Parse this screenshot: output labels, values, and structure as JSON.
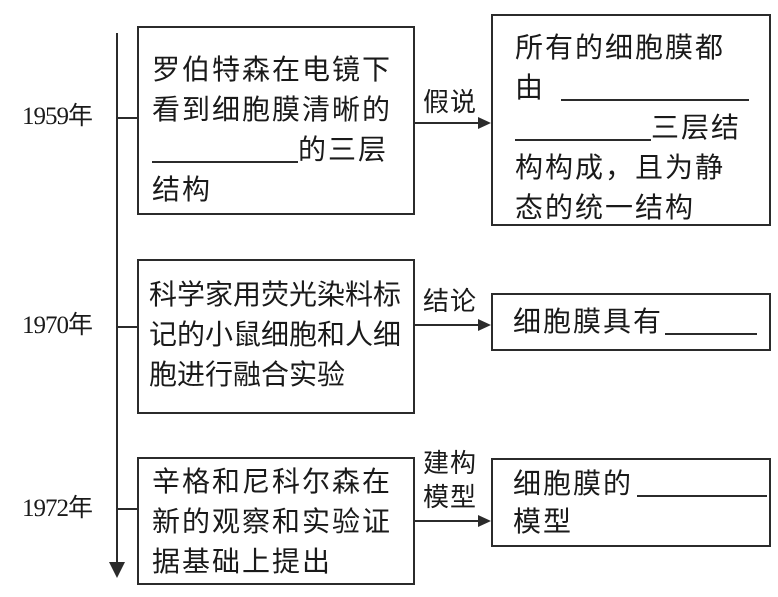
{
  "title": "生物膜结构探索历程",
  "timeline": [
    {
      "year": "1959年",
      "event_lines": [
        "罗伯特森在电镜下",
        "看到细胞膜清晰的",
        "的三层",
        "结构"
      ],
      "relation": "假说",
      "result_lines": [
        "所有的细胞膜都",
        "由",
        "三层结",
        "构构成，且为静",
        "态的统一结构"
      ]
    },
    {
      "year": "1970年",
      "event_lines": [
        "科学家用荧光染料标",
        "记的小鼠细胞和人细",
        "胞进行融合实验"
      ],
      "relation": "结论",
      "result_lines": [
        "细胞膜具有"
      ]
    },
    {
      "year": "1972年",
      "event_lines": [
        "辛格和尼科尔森在",
        "新的观察和实验证",
        "据基础上提出"
      ],
      "relation_lines": [
        "建构",
        "模型"
      ],
      "result_lines": [
        "细胞膜的",
        "模型"
      ]
    }
  ]
}
